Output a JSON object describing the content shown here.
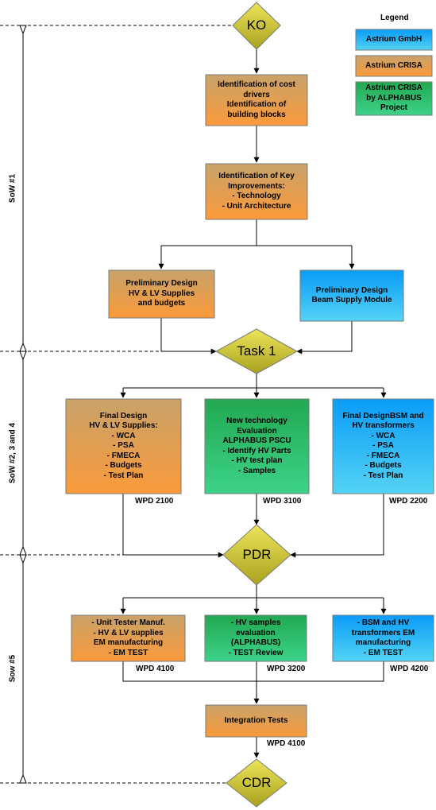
{
  "legend": {
    "title": "Legend",
    "gmbh": [
      "Astrium GmbH"
    ],
    "crisa": [
      "Astrium CRISA"
    ],
    "alphabus": [
      "Astrium CRISA",
      "by ALPHABUS",
      "Project"
    ]
  },
  "phases": {
    "sow1": "SoW #1",
    "sow234": "SoW #2, 3 and 4",
    "sow5": "Sow #5"
  },
  "milestones": {
    "ko": "KO",
    "task1": "Task 1",
    "pdr": "PDR",
    "cdr": "CDR"
  },
  "boxes": {
    "cost_drivers": [
      "Identification of cost",
      "drivers",
      "Identification of",
      "building blocks"
    ],
    "key_improvements": [
      "Identification of Key",
      "Improvements:",
      "- Technology",
      "- Unit Architecture"
    ],
    "prelim_hv_lv": [
      "Preliminary Design",
      "HV & LV Supplies",
      "and budgets"
    ],
    "prelim_bsm": [
      "Preliminary Design",
      "Beam Supply Module"
    ],
    "final_hv_lv": [
      "Final Design",
      "HV & LV Supplies:",
      "- WCA",
      "- PSA",
      "- FMECA",
      "- Budgets",
      "- Test Plan"
    ],
    "new_tech": [
      "New technology",
      "Evaluation",
      "ALPHABUS PSCU",
      "- Identify HV Parts",
      "- HV test plan",
      "- Samples"
    ],
    "final_bsm": [
      "Final DesignBSM and",
      "HV transformers",
      "- WCA",
      "- PSA",
      "- FMECA",
      "- Budgets",
      "- Test Plan"
    ],
    "em_hv_lv": [
      "- Unit Tester Manuf.",
      "- HV & LV supplies",
      "EM manufacturing",
      "- EM TEST"
    ],
    "hv_samples": [
      "- HV samples",
      "evaluation",
      "(ALPHABUS)",
      "- TEST Review"
    ],
    "em_bsm": [
      "- BSM and HV",
      "transformers EM",
      "manufacturing",
      "- EM TEST"
    ],
    "integration": [
      "Integration Tests"
    ]
  },
  "wpd": {
    "w2100": "WPD 2100",
    "w3100": "WPD 3100",
    "w2200": "WPD 2200",
    "w4100a": "WPD 4100",
    "w3200": "WPD 3200",
    "w4200": "WPD 4200",
    "w4100b": "WPD 4100"
  },
  "colors": {
    "gmbh": "#3fc8f4",
    "crisa": "#f0a040",
    "alphabus": "#2ecc71",
    "milestone": "#d8d430"
  }
}
